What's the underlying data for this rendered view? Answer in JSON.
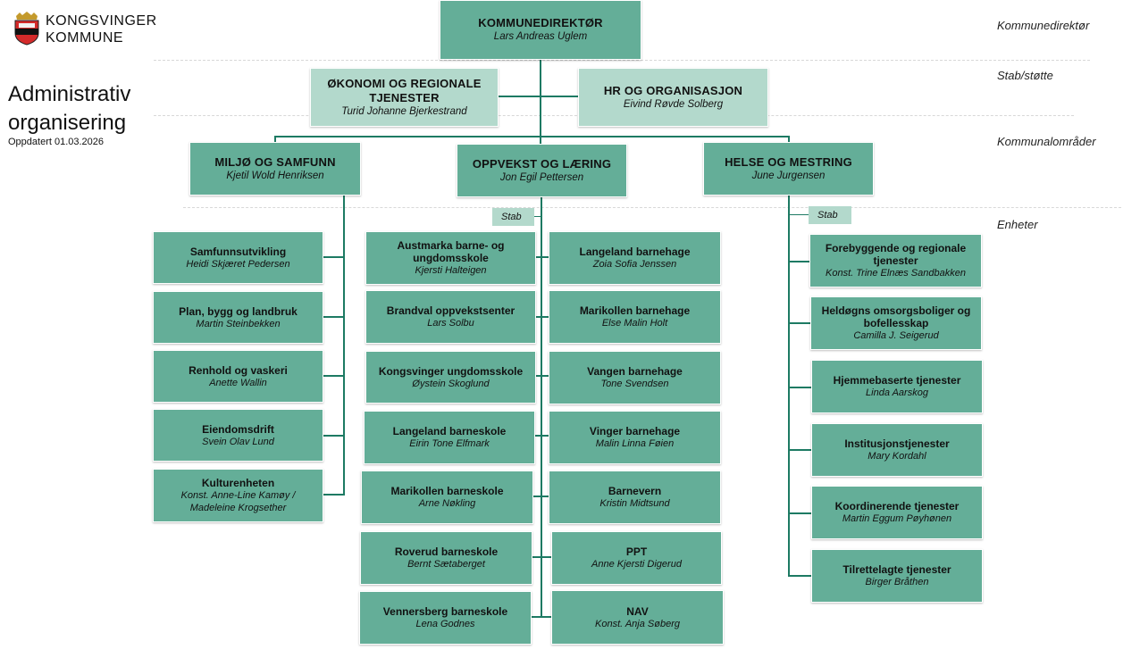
{
  "logo": {
    "line1": "KONGSVINGER",
    "line2": "KOMMUNE"
  },
  "page": {
    "title_line1": "Administrativ",
    "title_line2": "organisering",
    "updated": "Oppdatert 01.03.2026"
  },
  "levels": [
    "Kommunedirektør",
    "Stab/støtte",
    "Kommunalområder",
    "Enheter"
  ],
  "director": {
    "title": "KOMMUNEDIREKTØR",
    "name": "Lars Andreas Uglem"
  },
  "staff": [
    {
      "title": "ØKONOMI OG REGIONALE TJENESTER",
      "name": "Turid Johanne Bjerkestrand"
    },
    {
      "title": "HR OG ORGANISASJON",
      "name": "Eivind Røvde Solberg"
    }
  ],
  "areas": [
    {
      "title": "MILJØ OG SAMFUNN",
      "name": "Kjetil Wold Henriksen"
    },
    {
      "title": "OPPVEKST OG LÆRING",
      "name": "Jon Egil Pettersen"
    },
    {
      "title": "HELSE OG MESTRING",
      "name": "June Jurgensen"
    }
  ],
  "stab_label": "Stab",
  "miljo_units": [
    {
      "title": "Samfunnsutvikling",
      "name": "Heidi Skjæret Pedersen"
    },
    {
      "title": "Plan, bygg og landbruk",
      "name": "Martin Steinbekken"
    },
    {
      "title": "Renhold og vaskeri",
      "name": "Anette Wallin"
    },
    {
      "title": "Eiendomsdrift",
      "name": "Svein Olav Lund"
    },
    {
      "title": "Kulturenheten",
      "name": "Konst. Anne-Line Kamøy / Madeleine Krogsether"
    }
  ],
  "oppvekst_left": [
    {
      "title": "Austmarka barne- og ungdomsskole",
      "name": "Kjersti Halteigen"
    },
    {
      "title": "Brandval oppvekstsenter",
      "name": "Lars Solbu"
    },
    {
      "title": "Kongsvinger ungdomsskole",
      "name": "Øystein Skoglund"
    },
    {
      "title": "Langeland barneskole",
      "name": "Eirin Tone Elfmark"
    },
    {
      "title": "Marikollen barneskole",
      "name": "Arne Nøkling"
    },
    {
      "title": "Roverud barneskole",
      "name": "Bernt Sætaberget"
    },
    {
      "title": "Vennersberg barneskole",
      "name": "Lena Godnes"
    }
  ],
  "oppvekst_right": [
    {
      "title": "Langeland barnehage",
      "name": "Zoia Sofia Jenssen"
    },
    {
      "title": "Marikollen barnehage",
      "name": "Else Malin Holt"
    },
    {
      "title": "Vangen barnehage",
      "name": "Tone Svendsen"
    },
    {
      "title": "Vinger barnehage",
      "name": "Malin Linna Føien"
    },
    {
      "title": "Barnevern",
      "name": "Kristin Midtsund"
    },
    {
      "title": "PPT",
      "name": "Anne Kjersti Digerud"
    },
    {
      "title": "NAV",
      "name": "Konst. Anja Søberg"
    }
  ],
  "helse_units": [
    {
      "title": "Forebyggende og regionale tjenester",
      "name": "Konst. Trine Elnæs Sandbakken"
    },
    {
      "title": "Heldøgns omsorgsboliger og bofellesskap",
      "name": "Camilla J. Seigerud"
    },
    {
      "title": "Hjemmebaserte tjenester",
      "name": "Linda Aarskog"
    },
    {
      "title": "Institusjonstjenester",
      "name": "Mary Kordahl"
    },
    {
      "title": "Koordinerende tjenester",
      "name": "Martin Eggum Pøyhønen"
    },
    {
      "title": "Tilrettelagte tjenester",
      "name": "Birger Bråthen"
    }
  ],
  "colors": {
    "box": "#64ae98",
    "box_light": "#b3d9cc",
    "line": "#1d7a63",
    "shield_red": "#d42a2a"
  }
}
